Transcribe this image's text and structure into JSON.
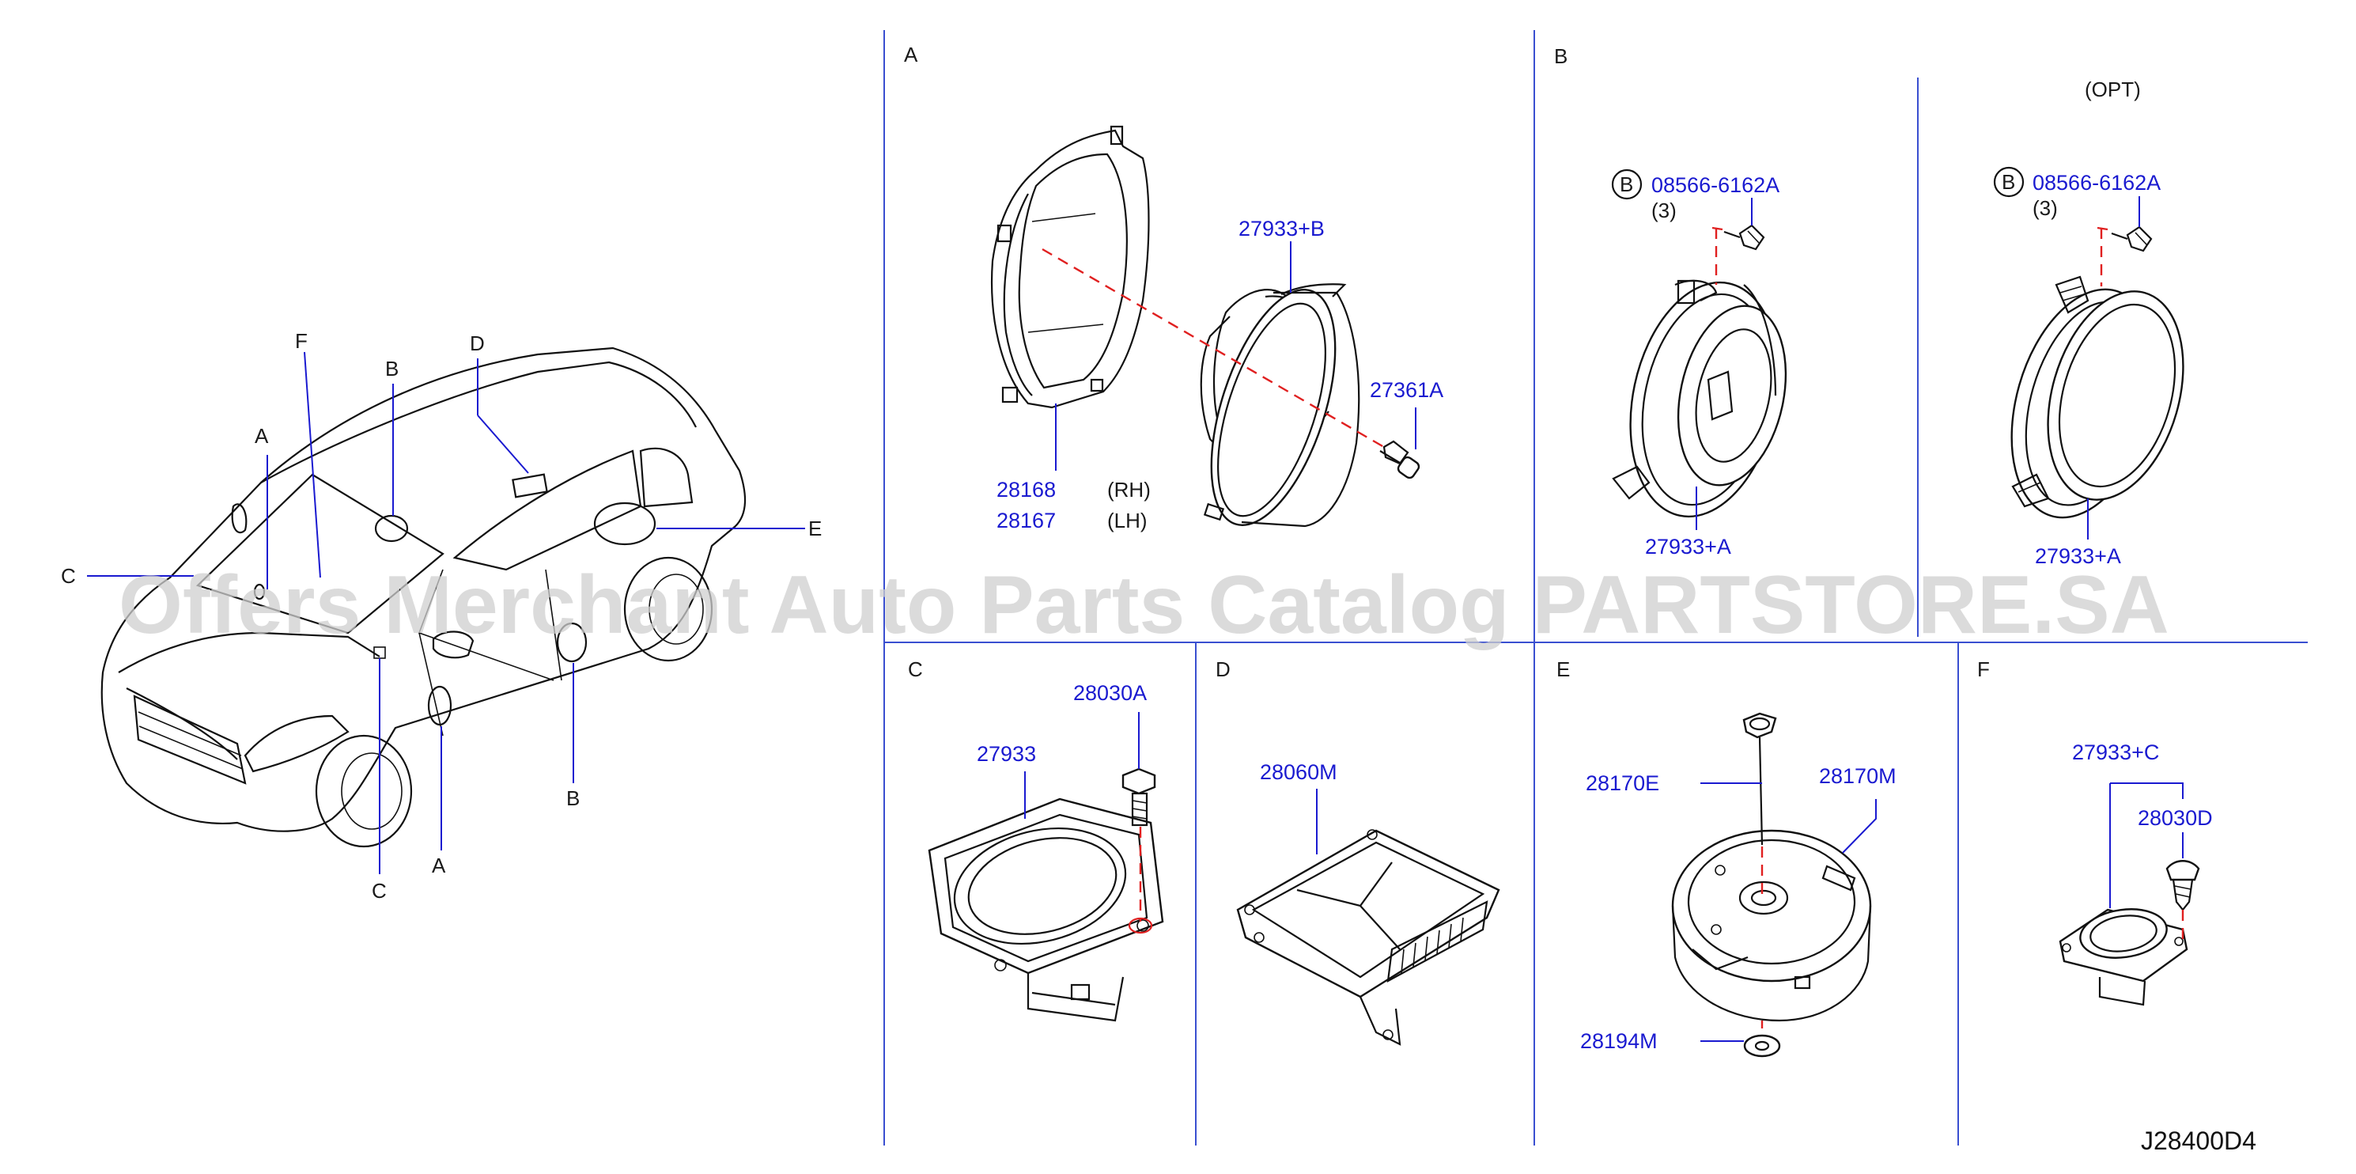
{
  "sections": {
    "a": "A",
    "b": "B",
    "c": "C",
    "d": "D",
    "e": "E",
    "f": "F",
    "b_opt": "(OPT)"
  },
  "car_callouts": {
    "a_top": "A",
    "b_top": "B",
    "c_left": "C",
    "d_top": "D",
    "e_right": "E",
    "f_top": "F",
    "b_bottom": "B",
    "a_bottom": "A",
    "c_bottom": "C"
  },
  "parts": {
    "p27933_b": "27933+B",
    "p27361a": "27361A",
    "p28168": "28168",
    "p28167": "28167",
    "rh": "(RH)",
    "lh": "(LH)",
    "bolt_symbol_1": "B",
    "p08566_1": "08566-6162A",
    "qty_1": "(3)",
    "p27933_a_1": "27933+A",
    "bolt_symbol_2": "B",
    "p08566_2": "08566-6162A",
    "qty_2": "(3)",
    "p27933_a_2": "27933+A",
    "p28030a": "28030A",
    "p27933": "27933",
    "p28060m": "28060M",
    "p28170e": "28170E",
    "p28170m": "28170M",
    "p28194m": "28194M",
    "p27933_c": "27933+C",
    "p28030d": "28030D"
  },
  "watermark": "Offers Merchant Auto Parts Catalog PARTSTORE.SA",
  "diagram_code": "J28400D4",
  "colors": {
    "part_number": "#1a1ad0",
    "divider": "#3a4fd0",
    "alignment_line": "#e02020"
  }
}
